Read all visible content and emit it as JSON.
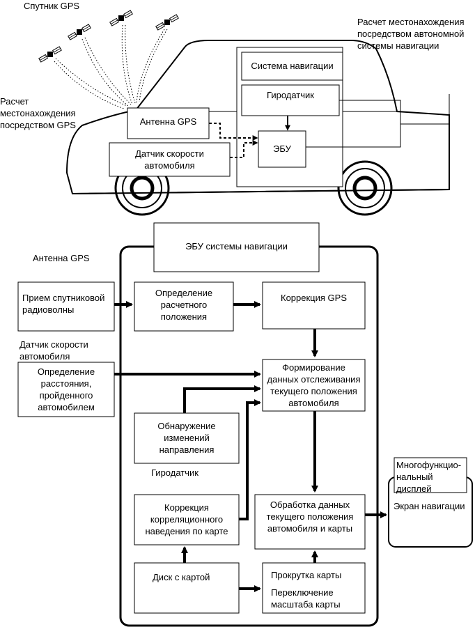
{
  "top": {
    "satellite_label": "Спутник GPS",
    "gps_calc_label": "Расчет\nместонахождения\nпосредством GPS",
    "autonomous_calc_label": "Расчет местонахождения\nпосредством автономной\nсистемы навигации",
    "nav_system_box": "Система навигации",
    "gyro_box": "Гиродатчик",
    "gps_antenna_box": "Антенна GPS",
    "speed_sensor_box": "Датчик скорости\nавтомобиля",
    "ecu_box": "ЭБУ"
  },
  "bottom": {
    "nav_ecu_title": "ЭБУ системы навигации",
    "gps_antenna_label": "Антенна GPS",
    "satellite_wave_box": "Прием спутниковой\nрадиоволны",
    "estimated_position_box": "Определение\nрасчетного\nположения",
    "gps_correction_box": "Коррекция GPS",
    "speed_sensor_label": "Датчик скорости\nавтомобиля",
    "distance_box": "Определение\nрасстояния,\nпройденного\nавтомобилем",
    "tracking_data_box": "Формирование\nданных отслеживания\nтекущего положения\nавтомобиля",
    "direction_change_box": "Обнаружение\nизменений\nнаправления",
    "gyro_label": "Гиродатчик",
    "map_matching_box": "Коррекция\nкорреляционного\nнаведения по карте",
    "position_map_processing_box": "Обработка данных\nтекущего положения\nавтомобиля и карты",
    "map_disc_box": "Диск с картой",
    "map_scroll_label": "Прокрутка карты",
    "map_scale_label": "Переключение\nмасштаба карты",
    "multifunction_display_box": "Многофункцио-\nнальный\nдисплей",
    "nav_screen_label": "Экран навигации"
  }
}
